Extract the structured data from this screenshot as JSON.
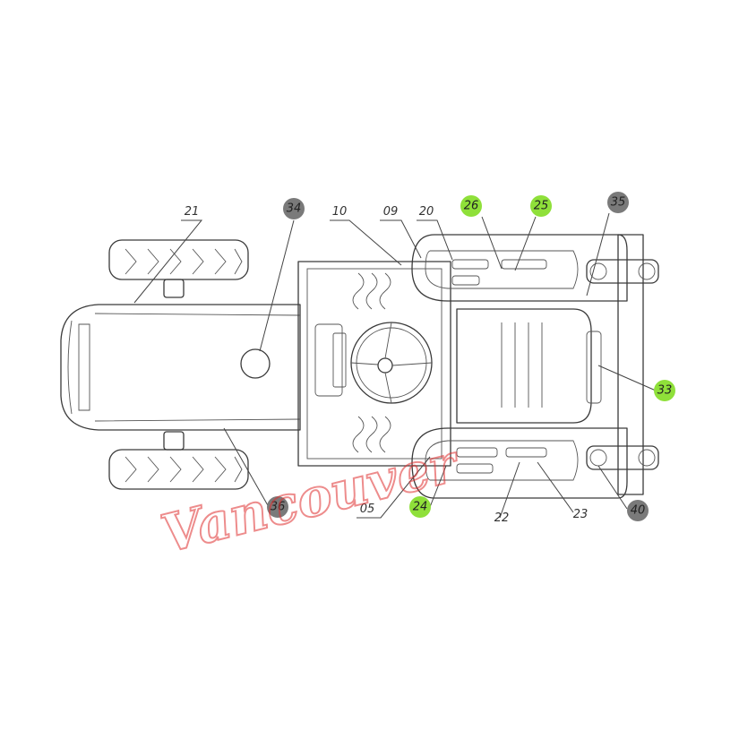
{
  "colors": {
    "line": "#3a3a3a",
    "badge_default": "#7a7a7a",
    "badge_highlight": "#8fe03a",
    "watermark": "#e03030"
  },
  "watermark": {
    "text": "Vancouver"
  },
  "callouts": [
    {
      "id": "21",
      "label": "21",
      "style": "plain"
    },
    {
      "id": "34",
      "label": "34",
      "style": "badge"
    },
    {
      "id": "10",
      "label": "10",
      "style": "plain"
    },
    {
      "id": "09",
      "label": "09",
      "style": "plain"
    },
    {
      "id": "20",
      "label": "20",
      "style": "plain"
    },
    {
      "id": "26",
      "label": "26",
      "style": "badge-highlight"
    },
    {
      "id": "25",
      "label": "25",
      "style": "badge-highlight"
    },
    {
      "id": "35",
      "label": "35",
      "style": "badge"
    },
    {
      "id": "33",
      "label": "33",
      "style": "badge-highlight"
    },
    {
      "id": "36",
      "label": "36",
      "style": "badge"
    },
    {
      "id": "05",
      "label": "05",
      "style": "plain"
    },
    {
      "id": "24",
      "label": "24",
      "style": "badge-highlight"
    },
    {
      "id": "22",
      "label": "22",
      "style": "plain"
    },
    {
      "id": "23",
      "label": "23",
      "style": "plain"
    },
    {
      "id": "40",
      "label": "40",
      "style": "badge"
    }
  ]
}
